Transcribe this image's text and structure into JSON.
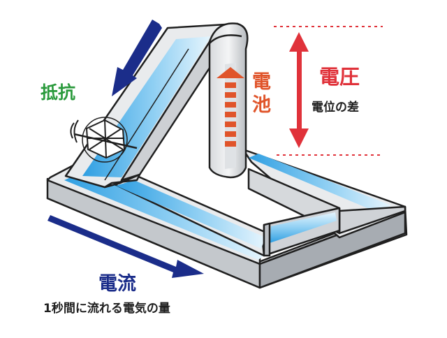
{
  "labels": {
    "resistance": "抵抗",
    "battery": "電池",
    "voltage": "電圧",
    "voltage_desc": "電位の差",
    "current": "電流",
    "current_desc": "1秒間に流れる電気の量"
  },
  "colors": {
    "resistance": "#2a9a3c",
    "battery": "#e0542a",
    "voltage": "#e0323a",
    "current": "#1b2d8a",
    "water": "#3aa8e6",
    "water_light": "#bfe3f8",
    "channel": "#c9ccd1",
    "channel_dark": "#a3a8ae",
    "outline": "#1f1f1f"
  },
  "icons": [
    "arrow-down-left-icon",
    "arrow-down-right-icon",
    "arrow-up-dashed-icon",
    "double-arrow-vertical-icon",
    "waterwheel-icon"
  ]
}
